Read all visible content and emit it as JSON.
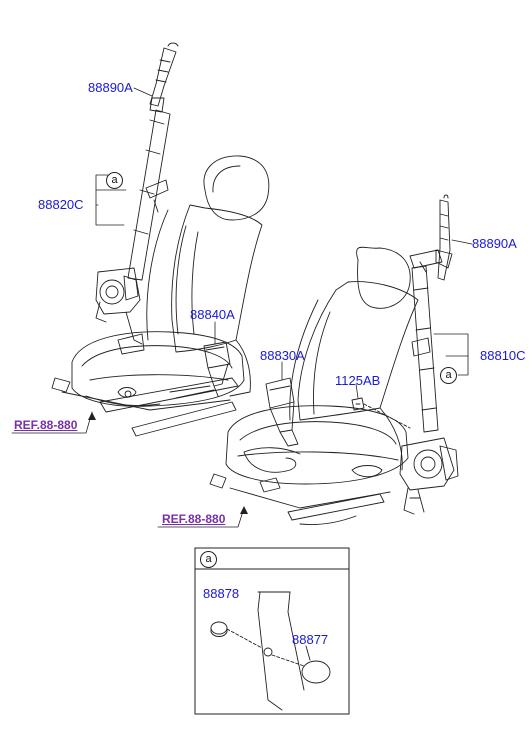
{
  "callout_mark": "a",
  "labels": {
    "top_left_bracket": "88890A",
    "left_belt": "88820C",
    "buckle_left": "88840A",
    "buckle_right": "88830A",
    "bolt": "1125AB",
    "right_bracket": "88890A",
    "right_belt": "88810C",
    "cap_upper": "88878",
    "cap_lower": "88877"
  },
  "refs": {
    "left": "REF.88-880",
    "right": "REF.88-880"
  },
  "colors": {
    "label": "#1a1ad6",
    "ref": "#7a2fa8",
    "line": "#222222"
  }
}
